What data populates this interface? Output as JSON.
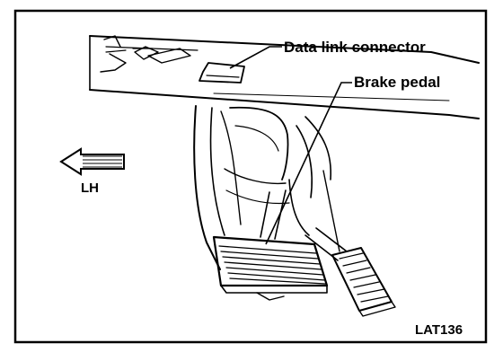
{
  "labels": {
    "data_link_connector": "Data link connector",
    "brake_pedal": "Brake pedal",
    "direction": "LH",
    "figure_code": "LAT136"
  },
  "colors": {
    "ink": "#000000",
    "paper": "#ffffff"
  },
  "icons": {
    "direction_arrow": "left-arrow-icon"
  }
}
